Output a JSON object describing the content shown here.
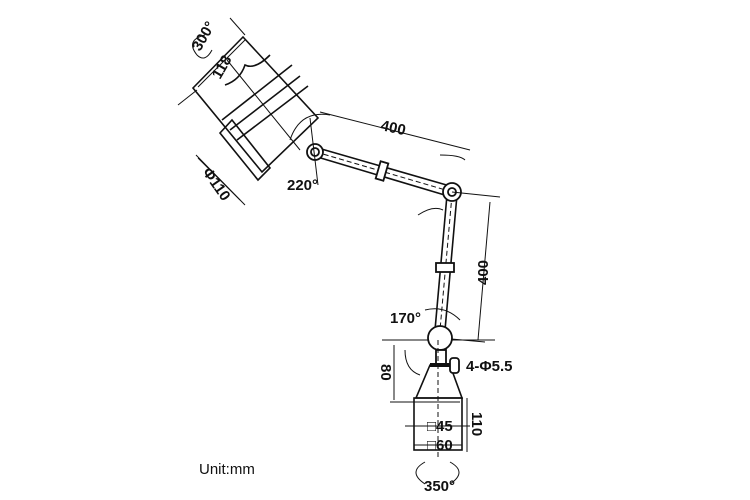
{
  "diagram": {
    "head_rotation": "300°",
    "head_length": "118",
    "head_diameter": "Φ110",
    "head_joint_angle": "220°",
    "upper_arm_length": "400",
    "lower_arm_length": "400",
    "base_joint_angle": "170°",
    "mount_holes": "4-Φ5.5",
    "neck_height": "80",
    "inner_square": "□45",
    "outer_square": "□60",
    "base_height": "110",
    "base_rotation": "350°",
    "unit_note": "Unit:mm"
  }
}
